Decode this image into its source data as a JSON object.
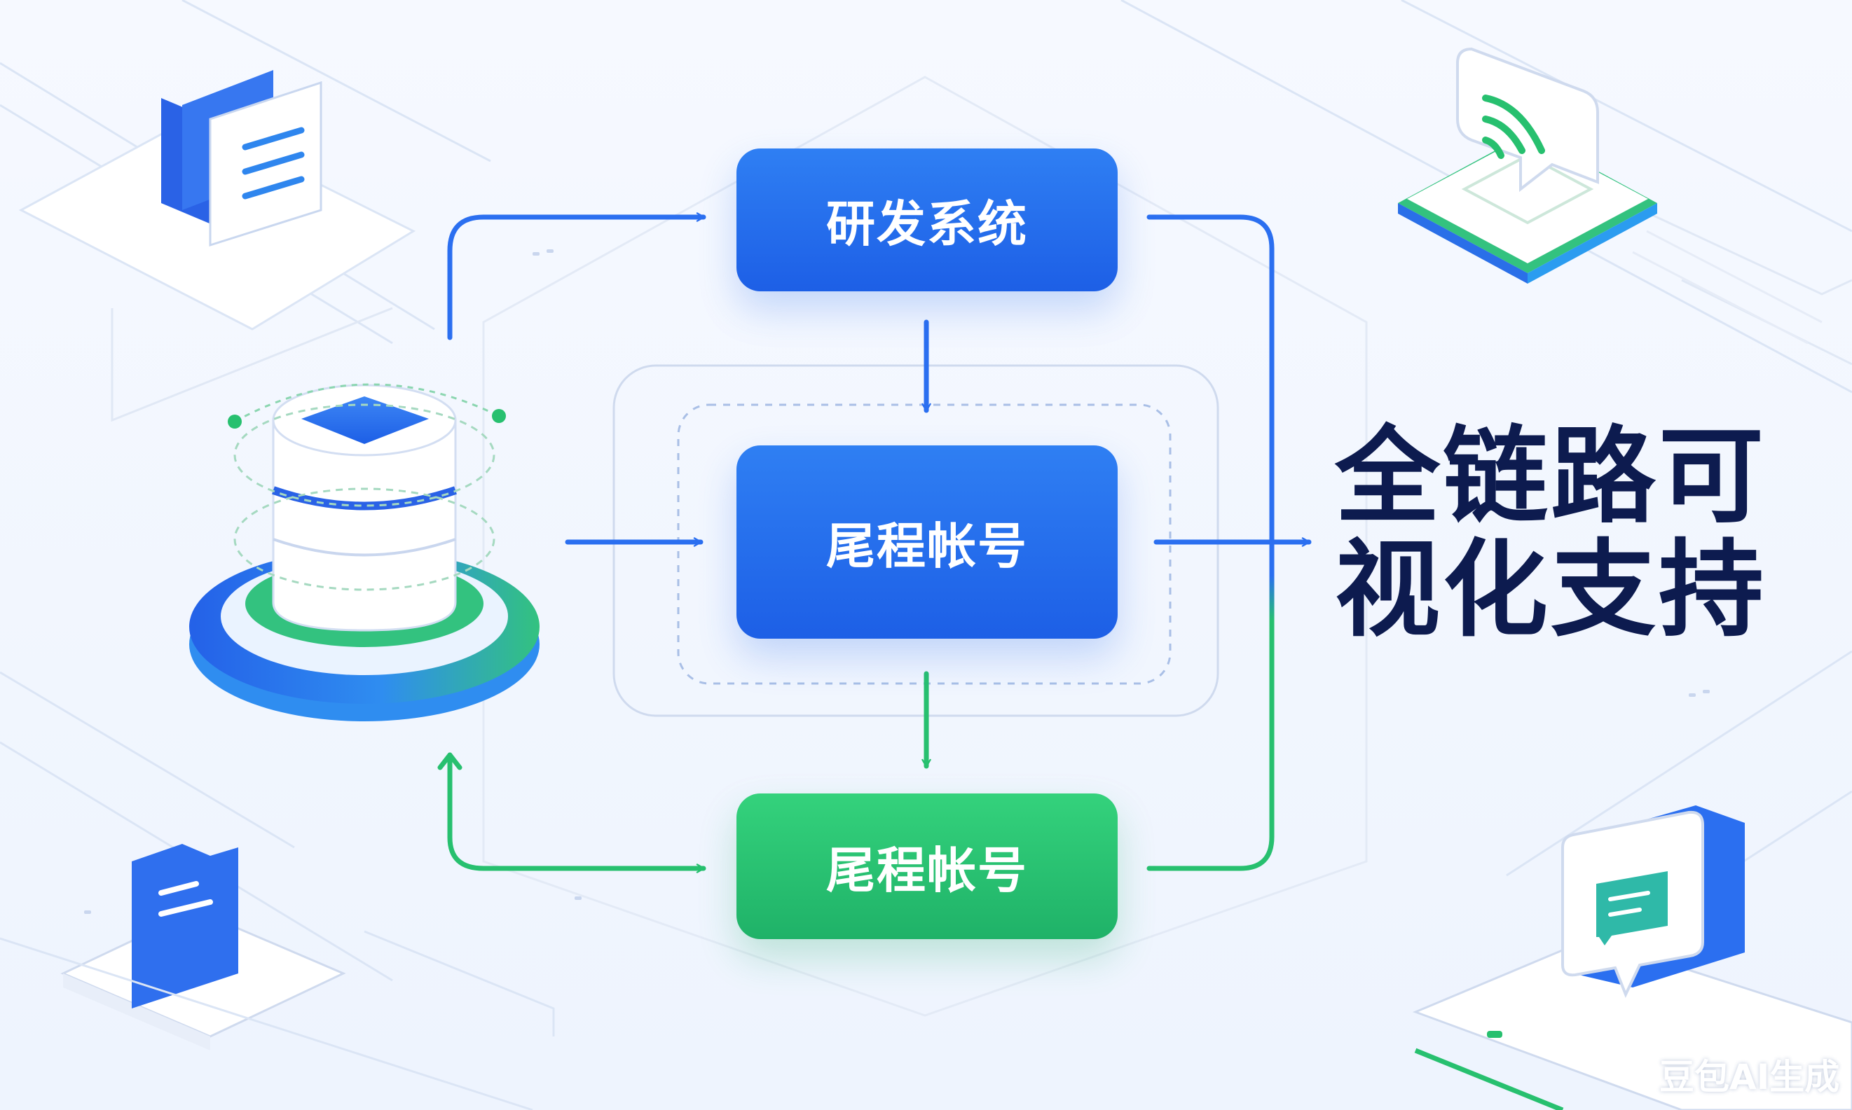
{
  "nodes": {
    "dev_system": "研发系统",
    "tail_account_1": "尾程帐号",
    "tail_account_2": "尾程帐号"
  },
  "headline": {
    "line1": "全链路可",
    "line2": "视化支持"
  },
  "watermark": "豆包AI生成",
  "colors": {
    "primary_blue": "#2b6ff0",
    "accent_green": "#27c06f",
    "headline_navy": "#0d1b4f"
  }
}
